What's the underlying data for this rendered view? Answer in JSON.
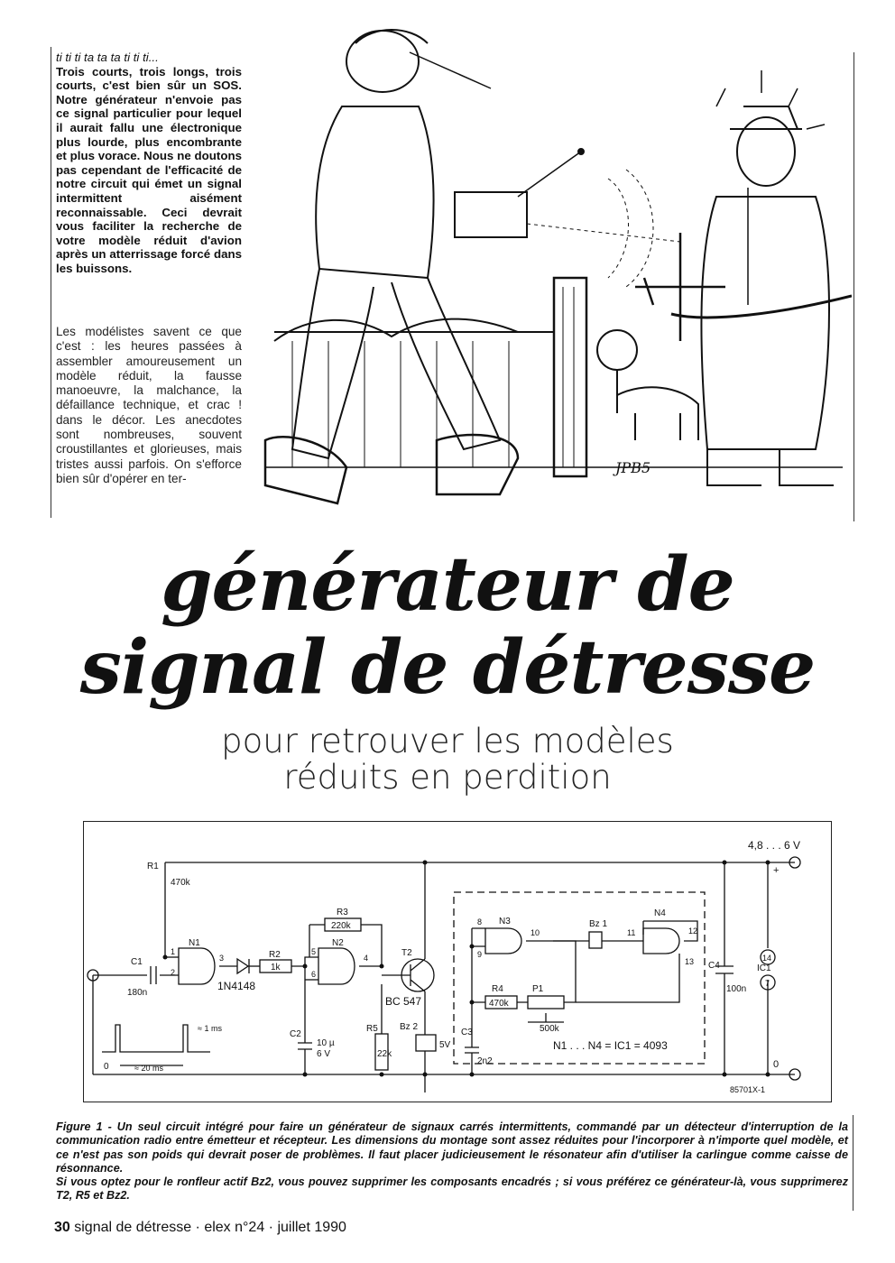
{
  "lead": {
    "intro": "ti ti ti ta ta ta ti ti ti...",
    "text": "Trois courts, trois longs, trois courts, c'est bien sûr un SOS. Notre générateur n'envoie pas ce signal particulier pour lequel il aurait fallu une électronique plus lourde, plus encombrante et plus vorace. Nous ne doutons pas cependant de l'efficacité de notre circuit qui émet un signal intermittent aisément reconnaissable. Ceci devrait vous faciliter la recherche de votre modèle réduit d'avion après un atterrissage forcé dans les buissons."
  },
  "body_text": "Les modélistes savent ce que c'est : les heures passées à assembler amoureusement un modèle réduit, la fausse manoeuvre, la malchance, la défaillance technique, et crac ! dans le décor. Les anecdotes sont nombreuses, souvent croustillantes et glorieuses, mais tristes aussi parfois. On s'efforce bien sûr d'opérer en ter-",
  "illustration": {
    "signature": "JPB5"
  },
  "title": {
    "line1": "générateur de",
    "line2": "signal de détresse"
  },
  "subtitle": {
    "line1": "pour retrouver les modèles",
    "line2": "réduits en perdition"
  },
  "schematic": {
    "supply": "4,8 . . . 6 V",
    "plus": "+",
    "zero_label": "0",
    "ref": "85701X-1",
    "gates_note": "N1 . . . N4 = IC1 = 4093",
    "labels": {
      "R1": "R1",
      "R1v": "470k",
      "R2": "R2",
      "R2v": "1k",
      "R3": "R3",
      "R3v": "220k",
      "R4": "R4",
      "R4v": "470k",
      "R5": "R5",
      "R5v": "22k",
      "P1": "P1",
      "P1v": "500k",
      "C1": "C1",
      "C1v": "180n",
      "C2": "C2",
      "C2v1": "10 µ",
      "C2v2": "6 V",
      "C3": "C3",
      "C3v": "2n2",
      "C4": "C4",
      "C4v": "100n",
      "N1": "N1",
      "N2": "N2",
      "N3": "N3",
      "N4": "N4",
      "T2": "T2",
      "T2v": "BC 547",
      "D": "1N4148",
      "Bz1": "Bz 1",
      "Bz2": "Bz 2",
      "Bz2v": "5V",
      "IC1": "IC1",
      "pin14": "14",
      "pin7": "7",
      "p1": "1",
      "p2": "2",
      "p3": "3",
      "p4": "4",
      "p5": "5",
      "p6": "6",
      "p8": "8",
      "p9": "9",
      "p10": "10",
      "p11": "11",
      "p12": "12",
      "p13": "13",
      "pulse_w": "≈ 1 ms",
      "pulse_p": "≈ 20 ms",
      "pulse_zero": "0"
    }
  },
  "caption": {
    "p1": "Figure 1 - Un seul circuit intégré pour faire un générateur de signaux carrés intermittents, commandé par un détecteur d'interruption de la communication radio entre émetteur et récepteur. Les dimensions du montage sont assez réduites pour l'incorporer à n'importe quel modèle, et ce n'est pas son poids qui devrait poser de problèmes. Il faut placer judicieusement le résonateur afin d'utiliser la carlingue comme caisse de résonnance.",
    "p2": "Si vous optez pour le ronfleur actif Bz2, vous pouvez supprimer les composants encadrés ; si vous préférez ce générateur-là, vous supprimerez T2, R5 et Bz2."
  },
  "footer": {
    "page": "30",
    "text": "signal de détresse · elex n°24 · juillet 1990"
  }
}
